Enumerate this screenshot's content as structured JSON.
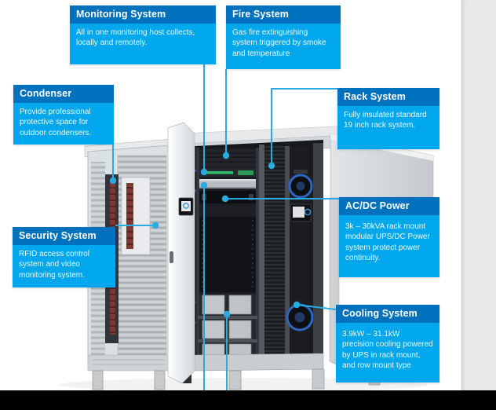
{
  "colors": {
    "callout_header_bg": "#0071bc",
    "callout_body_bg": "#00a7ec",
    "callout_line": "#29abe2",
    "bottom_bar": "#000000",
    "right_panel_bg": "#e9e9e9"
  },
  "callouts": [
    {
      "id": "monitoring",
      "title": "Monitoring System",
      "body": "All in one monitoring host collects, locally and remotely."
    },
    {
      "id": "fire",
      "title": "Fire System",
      "body": "Gas fire extinguishing system triggered by smoke and temperature"
    },
    {
      "id": "condenser",
      "title": "Condenser",
      "body": "Provide professional protective space for outdoor condensers."
    },
    {
      "id": "rack",
      "title": "Rack System",
      "body": "Fully insulated standard 19 inch rack system."
    },
    {
      "id": "security",
      "title": "Security System",
      "body": "RFID access control system and video monitoring system."
    },
    {
      "id": "acdc",
      "title": "AC/DC Power",
      "body": "3k – 30kVA rack mount modular UPS/DC Power system protect power continuity."
    },
    {
      "id": "cooling",
      "title": "Cooling System",
      "body": "3.9kW – 31.1kW precision cooling powered by UPS in rack mount, and row mount type"
    }
  ]
}
